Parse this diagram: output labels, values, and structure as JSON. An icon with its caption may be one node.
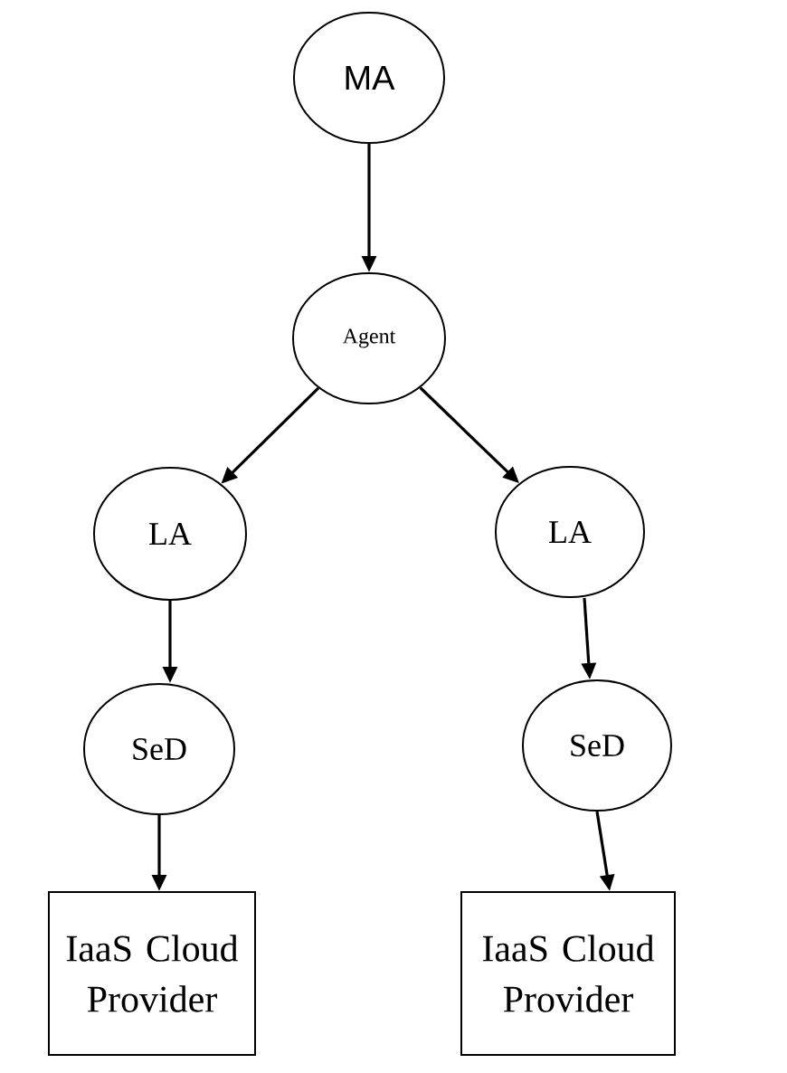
{
  "diagram": {
    "nodes": [
      {
        "text": [
          "MA"
        ]
      },
      {
        "text": [
          "Agent"
        ]
      },
      {
        "text": [
          "LA"
        ]
      },
      {
        "text": [
          "LA"
        ]
      },
      {
        "text": [
          "SeD"
        ]
      },
      {
        "text": [
          "SeD"
        ]
      },
      {
        "text": [
          "IaaS Cloud Provider"
        ]
      },
      {
        "text": [
          "IaaS Cloud Provider"
        ]
      }
    ],
    "edges": [
      {
        "from": 0,
        "to": 1,
        "arrow": "to"
      },
      {
        "from": 1,
        "to": 2,
        "arrow": "to"
      },
      {
        "from": 1,
        "to": 3,
        "arrow": "to"
      },
      {
        "from": 2,
        "to": 4,
        "arrow": "to"
      },
      {
        "from": 3,
        "to": 5,
        "arrow": "to"
      },
      {
        "from": 4,
        "to": 6,
        "arrow": "to"
      },
      {
        "from": 5,
        "to": 7,
        "arrow": "to"
      }
    ]
  }
}
